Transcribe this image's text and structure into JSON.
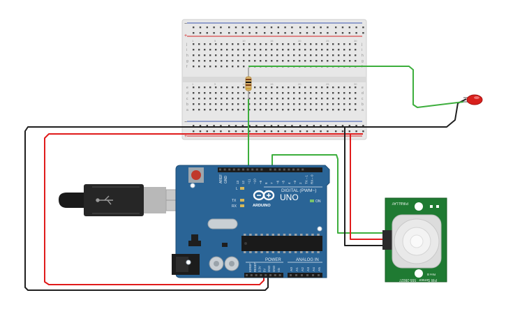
{
  "arduino": {
    "model": "UNO",
    "brand": "ARDUINO",
    "digital_label": "DIGITAL (PWM~)",
    "power_label": "POWER",
    "analog_label": "ANALOG IN",
    "on_label": "ON",
    "tx_label": "TX",
    "rx_label": "RX",
    "l_label": "L",
    "aref_label": "AREF",
    "gnd_label": "GND",
    "digital_pins": [
      "13",
      "12",
      "~11",
      "~10",
      "~9",
      "8",
      "7",
      "~6",
      "~5",
      "4",
      "~3",
      "2",
      "TX→1",
      "RX←0"
    ],
    "power_pins": [
      "IOREF",
      "RESET",
      "3.3V",
      "5V",
      "GND",
      "GND",
      "Vin"
    ],
    "analog_pins": [
      "A0",
      "A1",
      "A2",
      "A3",
      "A4",
      "A5"
    ]
  },
  "pir": {
    "top_label": "PIR&LLAY",
    "side_label": "PIR Sensor",
    "part_label": "555-28027",
    "rev_label": "Rev B"
  },
  "breadboard": {
    "columns": 30,
    "row_letters_top": [
      "j",
      "i",
      "h",
      "g",
      "f"
    ],
    "row_letters_bottom": [
      "e",
      "d",
      "c",
      "b",
      "a"
    ]
  },
  "colors": {
    "wire_black": "#1f1f1f",
    "wire_red": "#e01b1b",
    "wire_green": "#3cae3c",
    "board_blue": "#2a6496",
    "pir_green": "#1f7a32",
    "led_red": "#d8201c"
  }
}
